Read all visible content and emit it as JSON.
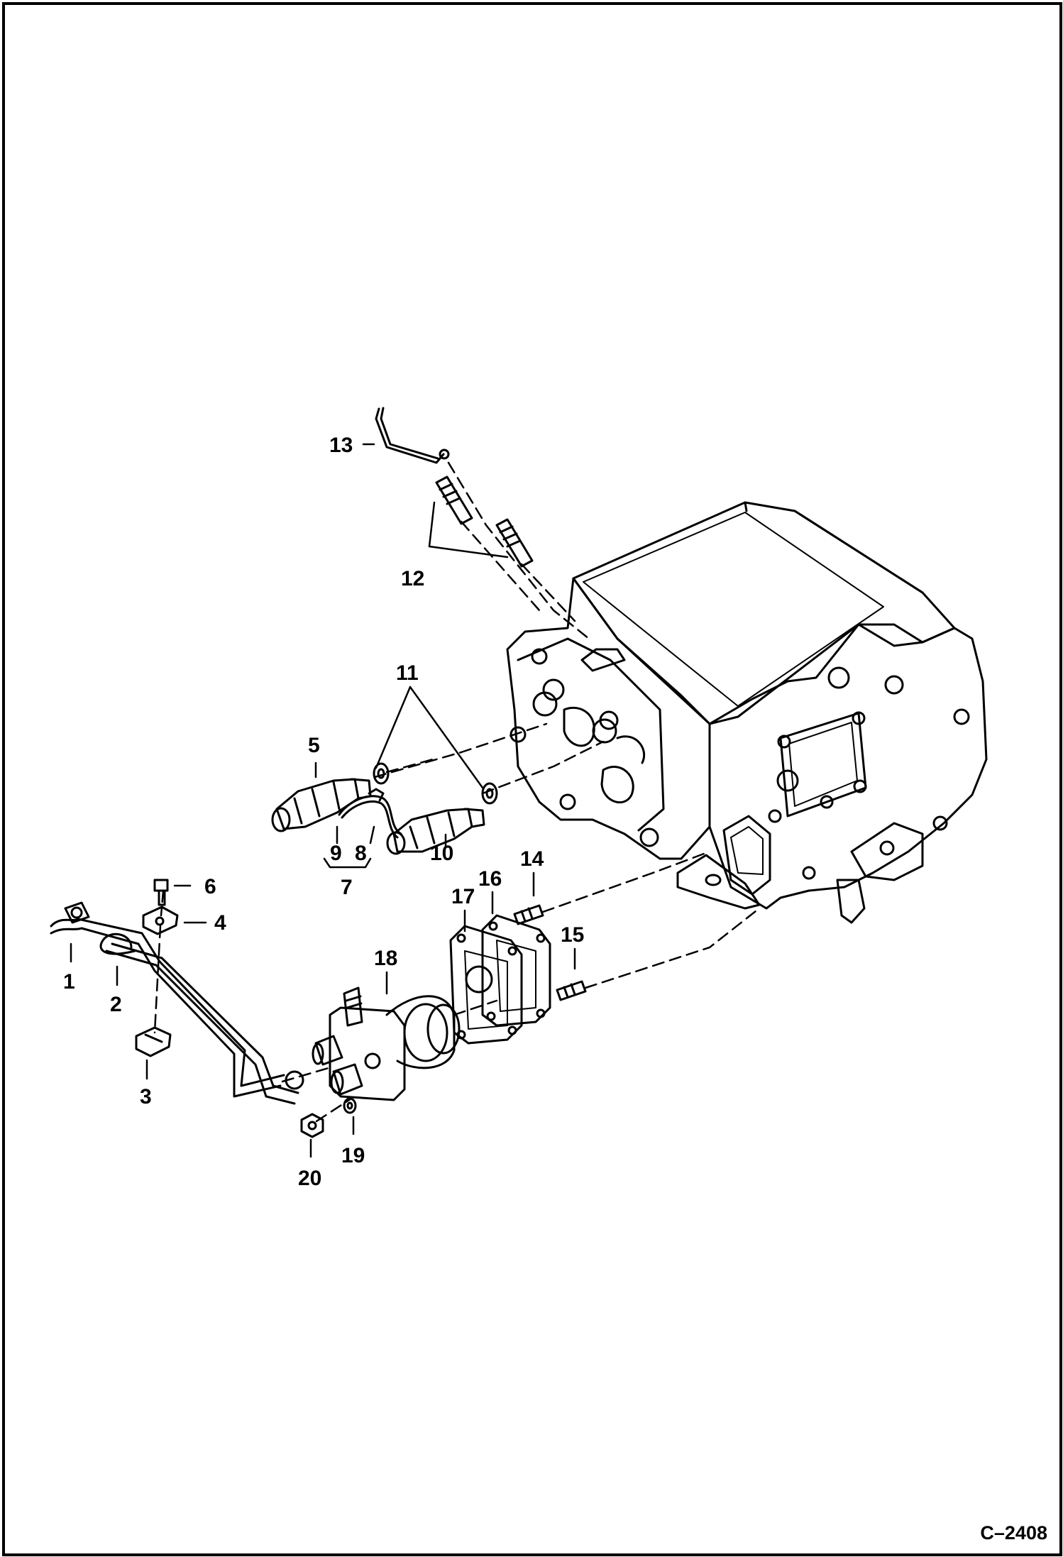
{
  "figure_code": "C–2408",
  "callouts": [
    {
      "id": "1",
      "label": "1"
    },
    {
      "id": "2",
      "label": "2"
    },
    {
      "id": "3",
      "label": "3"
    },
    {
      "id": "4",
      "label": "4"
    },
    {
      "id": "5",
      "label": "5"
    },
    {
      "id": "6",
      "label": "6"
    },
    {
      "id": "7",
      "label": "7"
    },
    {
      "id": "8",
      "label": "8"
    },
    {
      "id": "9",
      "label": "9"
    },
    {
      "id": "10",
      "label": "10"
    },
    {
      "id": "11",
      "label": "11"
    },
    {
      "id": "12",
      "label": "12"
    },
    {
      "id": "13",
      "label": "13"
    },
    {
      "id": "14",
      "label": "14"
    },
    {
      "id": "15",
      "label": "15"
    },
    {
      "id": "16",
      "label": "16"
    },
    {
      "id": "17",
      "label": "17"
    },
    {
      "id": "18",
      "label": "18"
    },
    {
      "id": "19",
      "label": "19"
    },
    {
      "id": "20",
      "label": "20"
    }
  ]
}
